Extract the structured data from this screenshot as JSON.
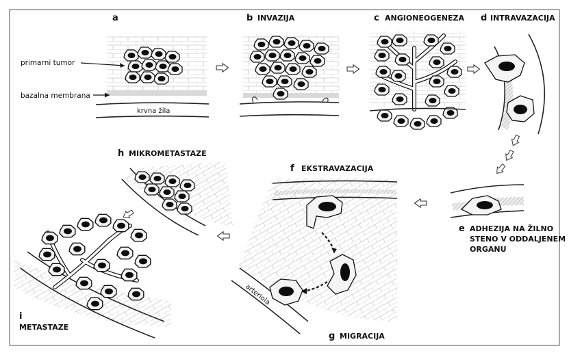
{
  "panels": [
    {
      "letter": "a",
      "title": ""
    },
    {
      "letter": "b",
      "title": "INVAZIJA"
    },
    {
      "letter": "c",
      "title": "ANGIONEOGENEZA"
    },
    {
      "letter": "d",
      "title": "INTRAVAZACIJA"
    },
    {
      "letter": "e",
      "title_lines": [
        "ADHEZIJA NA ŽILNO",
        "STENO V ODDALJENEM",
        "ORGANU"
      ]
    },
    {
      "letter": "f",
      "title": "EKSTRAVAZACIJA"
    },
    {
      "letter": "g",
      "title": "MIGRACIJA"
    },
    {
      "letter": "h",
      "title": "MIKROMETASTAZE"
    },
    {
      "letter": "i",
      "title": "METASTAZE"
    }
  ],
  "labels": {
    "primary_tumor": "primarni tumor",
    "basal_membrane": "bazalna membrana",
    "blood_vessel": "krvna žila",
    "arteriole": "arteriola"
  }
}
